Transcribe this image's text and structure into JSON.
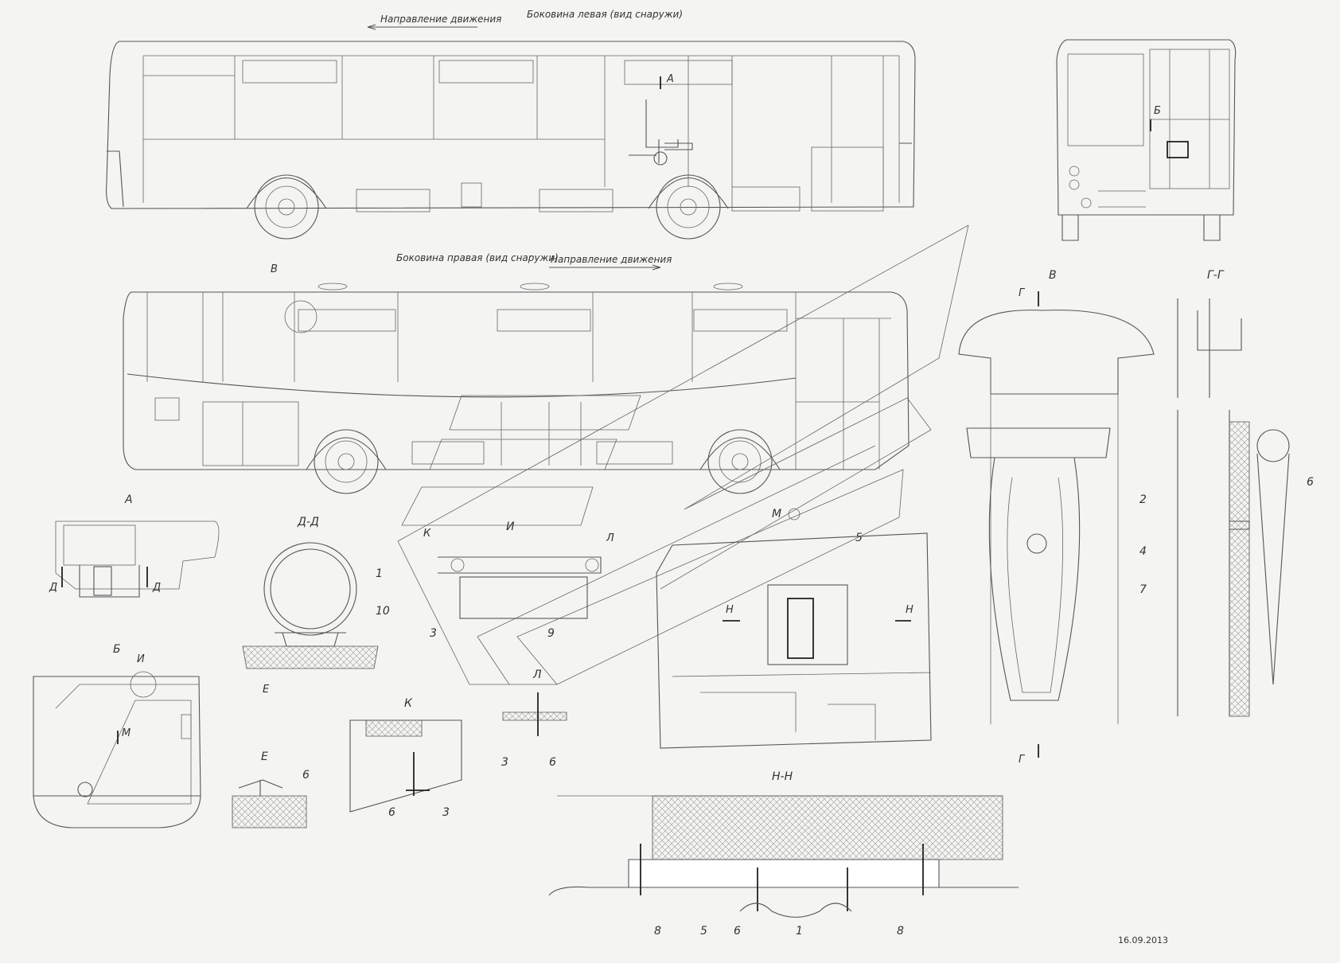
{
  "titles": {
    "left_side": "Боковина левая (вид снаружи)",
    "right_side": "Боковина правая (вид снаружи)",
    "direction_top": "Направление движения",
    "direction_mid": "Направление движения"
  },
  "views": {
    "A": "А",
    "B": "Б",
    "V": "В",
    "G_G": "Г-Г",
    "D_D": "Д-Д",
    "E": "Е",
    "K": "К",
    "I": "И",
    "L": "Л",
    "M": "М",
    "N_N": "Н-Н"
  },
  "markers": {
    "A": "А",
    "B": "Б",
    "V": "В",
    "G": "Г",
    "D": "Д",
    "N": "Н",
    "I": "И",
    "K": "К",
    "L": "Л",
    "M": "М",
    "E": "Е"
  },
  "callouts": [
    "1",
    "2",
    "3",
    "4",
    "5",
    "6",
    "7",
    "8",
    "9",
    "10"
  ],
  "date": "16.09.2013"
}
